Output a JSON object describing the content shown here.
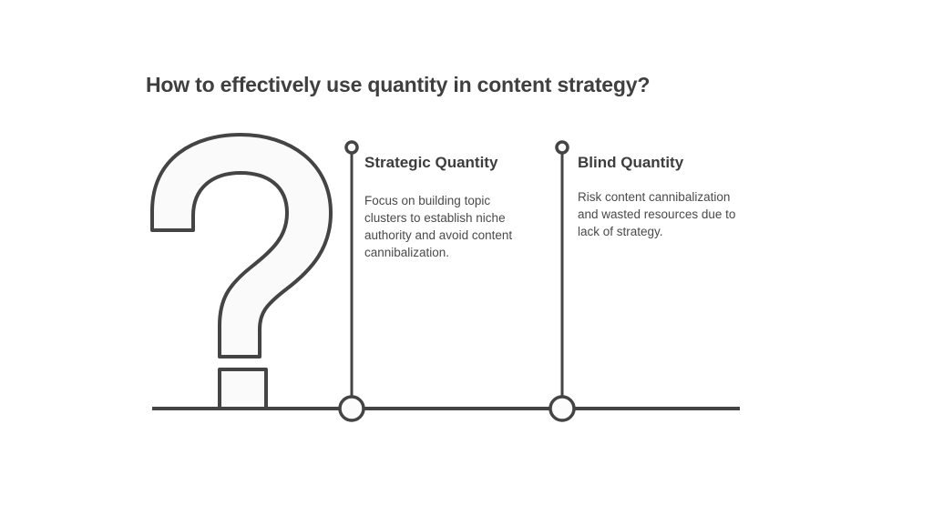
{
  "slide": {
    "title": "How to effectively use quantity in content strategy?",
    "background_color": "#ffffff",
    "title_color": "#3f3f3f",
    "line_color": "#444444",
    "marker_fill": "#fcfcfc",
    "question_mark_fill": "#fafafa",
    "question_mark_stroke": "#444444"
  },
  "graphic": {
    "name": "question-mark",
    "glyph": "?"
  },
  "columns": [
    {
      "id": "strategic-quantity",
      "heading": "Strategic Quantity",
      "body": "Focus on building topic clusters to establish niche authority and avoid content cannibalization.",
      "top_marker": "small-circle",
      "bottom_marker": "large-circle"
    },
    {
      "id": "blind-quantity",
      "heading": "Blind Quantity",
      "body": "Risk content cannibalization and wasted resources due to lack of strategy.",
      "top_marker": "small-circle",
      "bottom_marker": "large-circle"
    }
  ]
}
